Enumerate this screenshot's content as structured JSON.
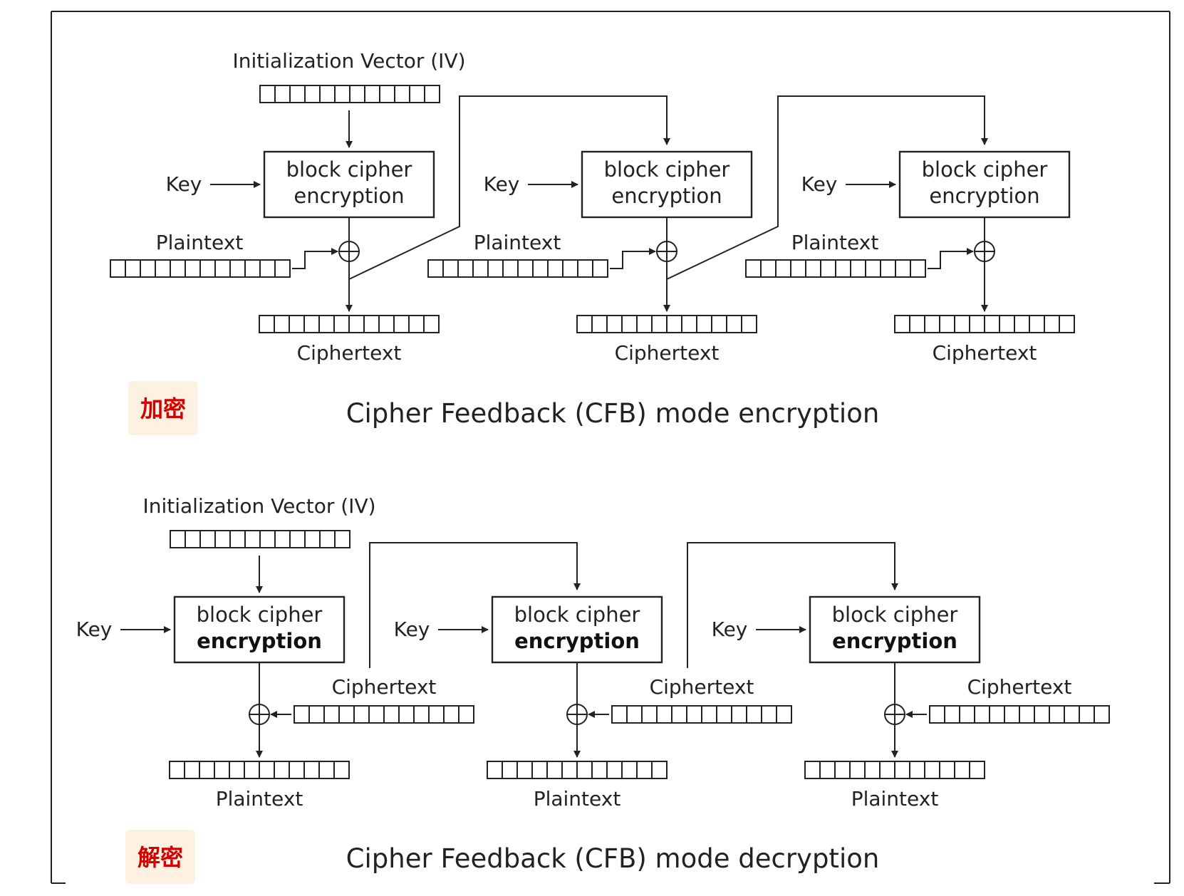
{
  "encryption": {
    "tag": "加密",
    "title": "Cipher Feedback (CFB) mode encryption",
    "iv_label": "Initialization Vector (IV)",
    "stages": [
      {
        "key": "Key",
        "box_line1": "block cipher",
        "box_line2": "encryption",
        "input": "Plaintext",
        "output": "Ciphertext"
      },
      {
        "key": "Key",
        "box_line1": "block cipher",
        "box_line2": "encryption",
        "input": "Plaintext",
        "output": "Ciphertext"
      },
      {
        "key": "Key",
        "box_line1": "block cipher",
        "box_line2": "encryption",
        "input": "Plaintext",
        "output": "Ciphertext"
      }
    ]
  },
  "decryption": {
    "tag": "解密",
    "title": "Cipher Feedback (CFB) mode decryption",
    "iv_label": "Initialization Vector (IV)",
    "stages": [
      {
        "key": "Key",
        "box_line1": "block cipher",
        "box_line2": "encryption",
        "input": "Ciphertext",
        "output": "Plaintext"
      },
      {
        "key": "Key",
        "box_line1": "block cipher",
        "box_line2": "encryption",
        "input": "Ciphertext",
        "output": "Plaintext"
      },
      {
        "key": "Key",
        "box_line1": "block cipher",
        "box_line2": "encryption",
        "input": "Ciphertext",
        "output": "Plaintext"
      }
    ]
  },
  "colors": {
    "tag_background": "#fdf1e1",
    "tag_text": "#d40000",
    "line": "#222222"
  }
}
